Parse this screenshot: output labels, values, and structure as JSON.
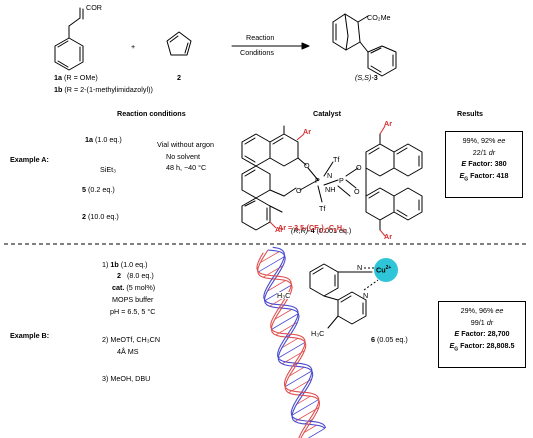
{
  "scheme": {
    "cond_line1": "Reaction",
    "cond_line2": "Conditions",
    "cor": "COR",
    "plus": "+",
    "sub1a_label": "1a",
    "sub1a_text": "(R = OMe)",
    "sub1b_label": "1b",
    "sub1b_text": "(R = 2-(1-methylimidazolyl))",
    "diene_label": "2",
    "product_ester": "CO₂Me",
    "product_label_pre": "(S,S)-",
    "product_label_num": "3"
  },
  "headers": {
    "conditions": "Reaction conditions",
    "catalyst": "Catalyst",
    "results": "Results"
  },
  "example_a": {
    "label": "Example A:",
    "reagent1_num": "1a",
    "reagent1_amt": "(1.0 eq.)",
    "reagent2_num": "5",
    "reagent2_amt": "(0.2 eq.)",
    "reagent2_group": "SiEt₃",
    "reagent3_num": "2",
    "reagent3_amt": "(10.0 eq.)",
    "cond1": "Vial without argon",
    "cond2": "No solvent",
    "cond3": "48 h, −40 °C",
    "cat_ar": "Ar",
    "cat_o": "O",
    "cat_p": "P",
    "cat_n": "N",
    "cat_nh": "NH",
    "cat_tf": "Tf",
    "catalyst_label_pre": "(R,R)-",
    "catalyst_label_num": "4",
    "catalyst_amt": "(0.001 eq.)",
    "ar_def_pre": "Ar = 3,5-(CF",
    "ar_def_sub1": "3",
    "ar_def_mid": ")",
    "ar_def_sub2": "2",
    "ar_def_post": "-C",
    "ar_def_sub3": "6",
    "ar_def_h": "H",
    "ar_def_sub4": "3",
    "results": {
      "line1_pre": "99%, 92% ",
      "line1_ee": "ee",
      "line2_pre": "22/1 ",
      "line2_dr": "dr",
      "e_factor_label": "E",
      "e_factor_text": " Factor: 380",
      "eg_factor_label": "E",
      "eg_factor_sub": "G",
      "eg_factor_text": " Factor: 418"
    }
  },
  "example_b": {
    "label": "Example B:",
    "step1_num": "1)",
    "step1_r1": "1b",
    "step1_r1_amt": "(1.0 eq.)",
    "step1_r2": "2",
    "step1_r2_amt": "(8.0 eq.)",
    "step1_cat": "cat.",
    "step1_cat_amt": "(5 mol%)",
    "step1_buffer": "MOPS buffer",
    "step1_ph": "pH = 6.5, 5 °C",
    "step2_line1": "2) MeOTf, CH₃CN",
    "step2_line2": "4Å MS",
    "step3": "3) MeOH, DBU",
    "h3c_top": "H₃C",
    "h3c_bottom": "H₃C",
    "cu_label": "Cu",
    "cu_charge": "2+",
    "n_label": "N",
    "catalyst_num": "6",
    "catalyst_amt": "(0.05 eq.)",
    "results": {
      "line1_pre": "29%, 96% ",
      "line1_ee": "ee",
      "line2_pre": "99/1 ",
      "line2_dr": "dr",
      "e_factor_label": "E",
      "e_factor_text": " Factor: 28,700",
      "eg_factor_label": "E",
      "eg_factor_sub": "G",
      "eg_factor_text": " Factor: 28,808.5"
    }
  },
  "colors": {
    "accent_red": "#d42b2b",
    "helix_red": "#e05050",
    "helix_blue": "#4a4ad0",
    "copper": "#2ec5d8"
  }
}
